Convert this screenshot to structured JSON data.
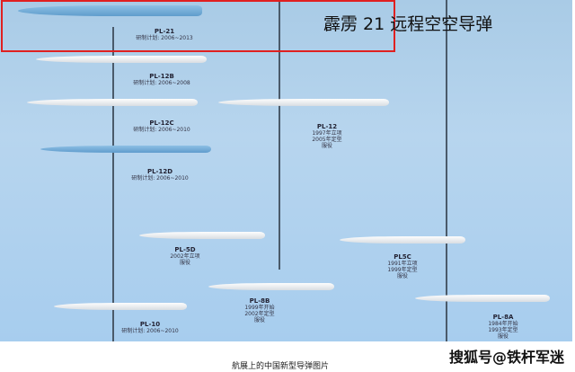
{
  "title": "霹雳 21 远程空空导弹",
  "caption": "航展上的中国新型导弹图片",
  "watermark": "搜狐号@铁杆军迷",
  "missiles": [
    {
      "name": "PL-21",
      "info": [
        "研制计划: 2006~2013"
      ]
    },
    {
      "name": "PL-12B",
      "info": [
        "研制计划: 2006~2008"
      ]
    },
    {
      "name": "PL-12C",
      "info": [
        "研制计划: 2006~2010"
      ]
    },
    {
      "name": "PL-12D",
      "info": [
        "研制计划: 2006~2010"
      ]
    },
    {
      "name": "PL-12",
      "info": [
        "1997年立项",
        "2005年定型",
        "服役"
      ]
    },
    {
      "name": "PL-5D",
      "info": [
        "2002年立项",
        "服役"
      ]
    },
    {
      "name": "PL5C",
      "info": [
        "1991年立项",
        "1999年定型",
        "服役"
      ]
    },
    {
      "name": "PL-8B",
      "info": [
        "1999年开始",
        "2002年定型",
        "服役"
      ]
    },
    {
      "name": "PL-8A",
      "info": [
        "1984年开始",
        "1993年定型",
        "服役"
      ]
    },
    {
      "name": "PL-10",
      "info": [
        "研制计划: 2006~2010"
      ]
    }
  ]
}
